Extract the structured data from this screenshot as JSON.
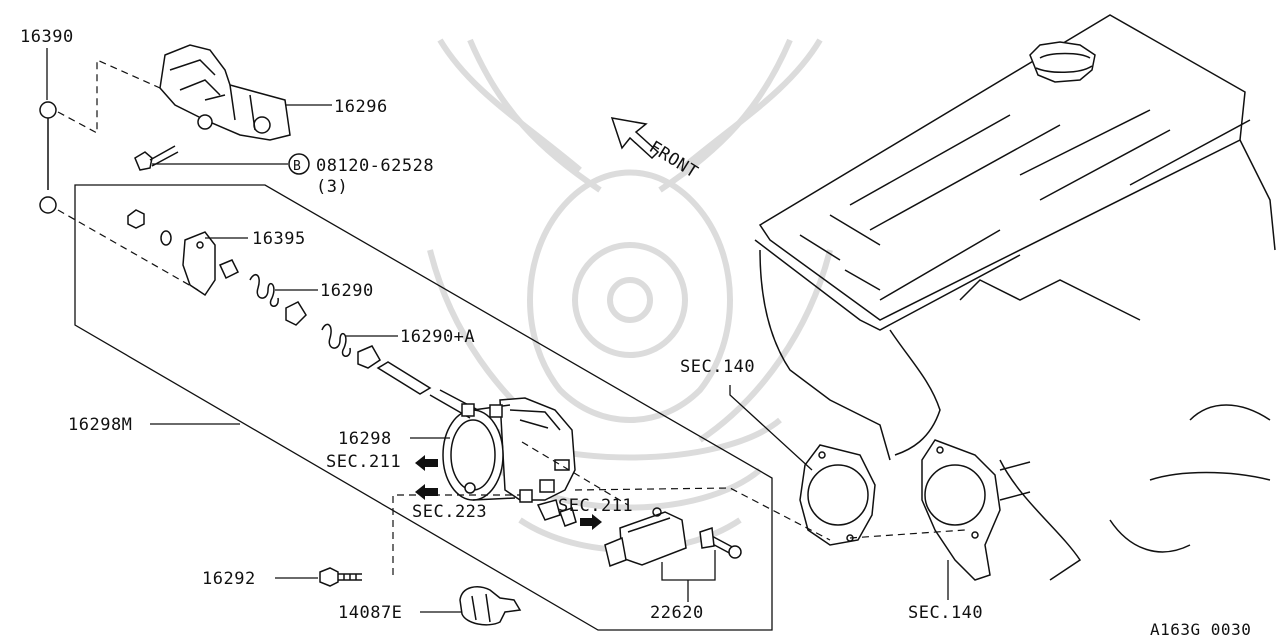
{
  "labels": {
    "p16390": "16390",
    "p16296": "16296",
    "bolt_circle": "B",
    "bolt_num": "08120-62528",
    "bolt_qty": "(3)",
    "p16395": "16395",
    "p16290": "16290",
    "p16290a": "16290+A",
    "p16298m": "16298M",
    "p16298": "16298",
    "sec211_left": "SEC.211",
    "sec223": "SEC.223",
    "sec211_right": "SEC.211",
    "p16292": "16292",
    "p14087e": "14087E",
    "p22620": "22620",
    "sec140_top": "SEC.140",
    "sec140_bottom": "SEC.140",
    "front": "FRONT",
    "diagram_id": "A163G 0030"
  },
  "colors": {
    "ink": "#111111",
    "watermark": "#dcdcdc",
    "background": "#ffffff"
  }
}
